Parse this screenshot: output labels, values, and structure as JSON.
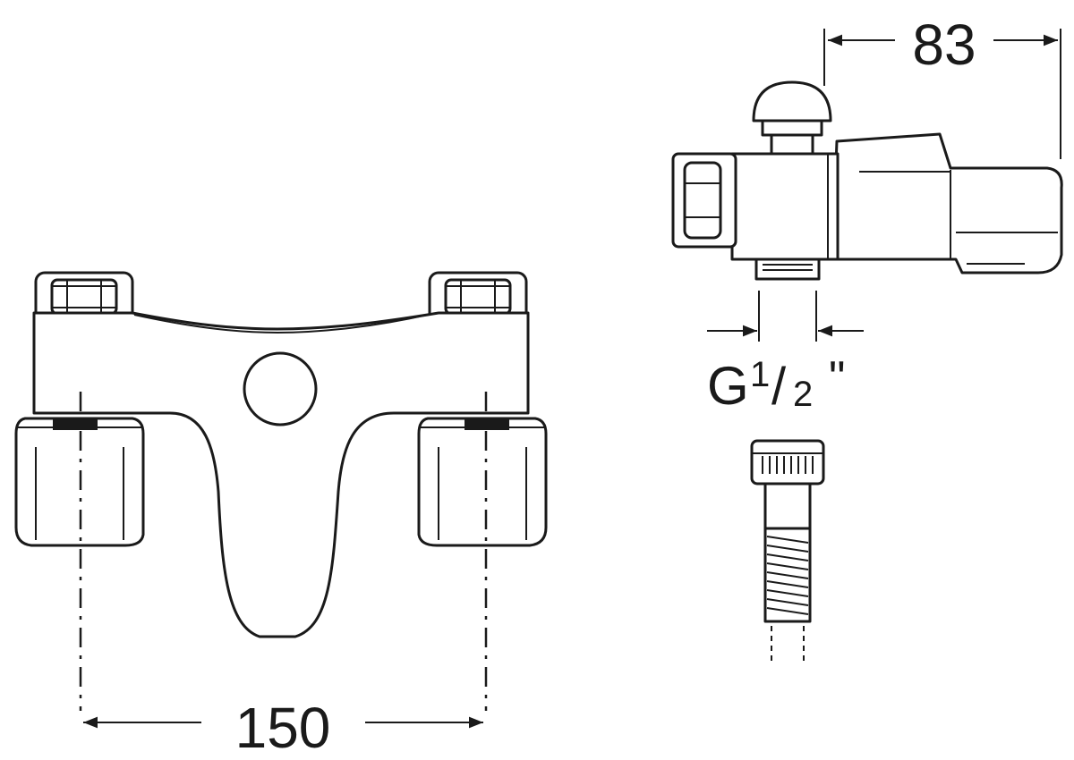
{
  "dimensions": {
    "width_label": "150",
    "depth_label": "83",
    "thread_label": "G",
    "thread_numerator": "1",
    "thread_slash": "/",
    "thread_denominator": "2",
    "thread_inch": "\""
  },
  "colors": {
    "line": "#1a1a1a",
    "background": "#ffffff"
  }
}
